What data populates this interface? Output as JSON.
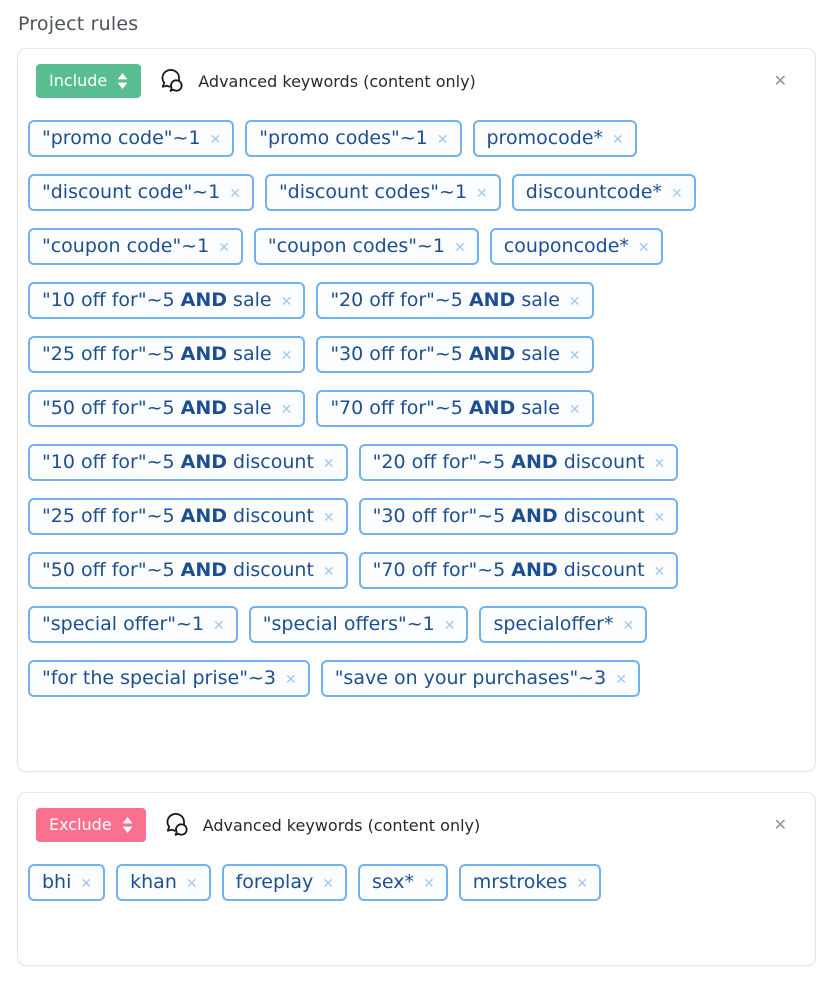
{
  "page_title": "Project rules",
  "colors": {
    "include_green": "#58bd90",
    "exclude_pink": "#f9718f",
    "tag_border_blue": "#70b2f0",
    "tag_text_blue": "#1d4f90",
    "tag_remove_blue": "#a5c9ef",
    "panel_close_gray": "#8c959e"
  },
  "icons": {
    "panel_close": "✕",
    "tag_remove": "✕"
  },
  "panels": [
    {
      "mode_label": "Include",
      "title": "Advanced keywords (content only)",
      "tags": [
        "\"promo code\"~1",
        "\"promo codes\"~1",
        "promocode*",
        "\"discount code\"~1",
        "\"discount codes\"~1",
        "discountcode*",
        "\"coupon code\"~1",
        "\"coupon codes\"~1",
        "couponcode*",
        "\"10 off for\"~5 AND sale",
        "\"20 off for\"~5 AND sale",
        "\"25 off for\"~5 AND sale",
        "\"30 off for\"~5 AND sale",
        "\"50 off for\"~5 AND sale",
        "\"70 off for\"~5 AND sale",
        "\"10 off for\"~5 AND discount",
        "\"20 off for\"~5 AND discount",
        "\"25 off for\"~5 AND discount",
        "\"30 off for\"~5 AND discount",
        "\"50 off for\"~5 AND discount",
        "\"70 off for\"~5 AND discount",
        "\"special offer\"~1",
        "\"special offers\"~1",
        "specialoffer*",
        "\"for the special prise\"~3",
        "\"save on your purchases\"~3"
      ]
    },
    {
      "mode_label": "Exclude",
      "title": "Advanced keywords (content only)",
      "tags": [
        "bhi",
        "khan",
        "foreplay",
        "sex*",
        "mrstrokes"
      ]
    }
  ]
}
